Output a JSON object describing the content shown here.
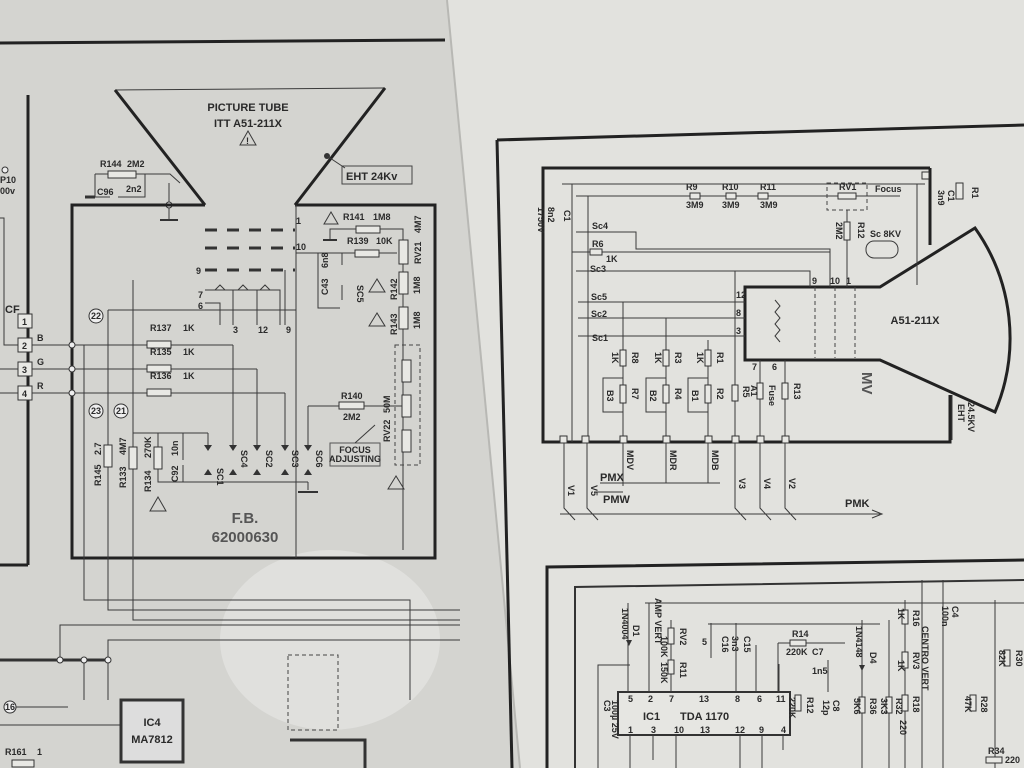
{
  "left_sheet": {
    "picture_tube": {
      "title": "PICTURE TUBE",
      "model": "ITT   A51-211X"
    },
    "eht": "EHT 24Kv",
    "p10": "P10",
    "p10_voltage": "00v",
    "connector": {
      "label": "CF",
      "pins": [
        "1",
        "2",
        "3",
        "4"
      ],
      "signals": [
        "B",
        "G",
        "R"
      ]
    },
    "components": {
      "r144": "R144",
      "r144_val": "2M2",
      "c96": "C96",
      "c96_val": "2n2",
      "r141": "R141",
      "r141_val": "1M8",
      "r139": "R139",
      "r139_val": "10K",
      "rv21": "RV21",
      "rv21_val": "4M7",
      "c43": "C43",
      "c43_val": "6n8",
      "sc5": "SC5",
      "r142": "R142",
      "r142_val": "1M8",
      "r143": "R143",
      "r143_val": "1M8",
      "r137": "R137",
      "r137_val": "1K",
      "r135": "R135",
      "r135_val": "1K",
      "r136": "R136",
      "r136_val": "1K",
      "r145": "R145",
      "r145_val": "2.7",
      "r133": "R133",
      "r133_val": "4M7",
      "r134": "R134",
      "r134_val": "270K",
      "c92": "C92",
      "c92_val": "10n",
      "sc1": "SC1",
      "sc4": "SC4",
      "sc2": "SC2",
      "sc3": "SC3",
      "sc6": "SC6",
      "r140": "R140",
      "r140_val": "2M2",
      "rv22": "RV22",
      "rv22_val": "50M",
      "r161": "R161",
      "r161_val": "1"
    },
    "tube_pins": [
      "1",
      "10",
      "9",
      "7",
      "6",
      "3",
      "12",
      "9"
    ],
    "nodes": [
      "22",
      "23",
      "21",
      "16"
    ],
    "focus_adjusting": [
      "FOCUS",
      "ADJUSTING"
    ],
    "board": {
      "name": "F.B.",
      "number": "62000630"
    },
    "ic4": {
      "name": "IC4",
      "part": "MA7812"
    }
  },
  "right_sheet": {
    "tube_model": "A51-211X",
    "board": "MV",
    "components": {
      "r9": "R9",
      "r10": "R10",
      "r11": "R11",
      "r_val": "3M9",
      "rv1": "RV1",
      "focus": "Focus",
      "r12": "R12",
      "r12_val": "2M2",
      "sc8kv": "Sc 8KV",
      "c1": "C1",
      "c1_val": "8n2",
      "c1_volt": "1750V",
      "c1b": "C1",
      "c1b_val": "3n9",
      "r1b": "R1",
      "sc4": "Sc4",
      "r6": "R6",
      "r6_val": "1K",
      "sc3": "Sc3",
      "sc5": "Sc5",
      "sc2": "Sc2",
      "sc1": "Sc1",
      "r8": "R8",
      "r3": "R3",
      "r1": "R1",
      "k1": "1K",
      "r7": "R7",
      "r4": "R4",
      "r2": "R2",
      "b3": "B3",
      "b2": "B2",
      "b1": "B1",
      "r5": "R5",
      "a1": "A1",
      "fuse": "Fuse",
      "r13": "R13"
    },
    "pins": [
      "9",
      "10",
      "1",
      "12",
      "8",
      "3",
      "7",
      "6"
    ],
    "outputs": {
      "mdv": "MDV",
      "mdr": "MDR",
      "mdb": "MDB",
      "pmx": "PMX",
      "pmw": "PMW",
      "pmk": "PMK",
      "v1": "V1",
      "v5": "V5",
      "v3": "V3",
      "v4": "V4",
      "v2": "V2"
    },
    "eht": "EHT",
    "eht_val": "24.5KV",
    "vertical": {
      "ic1": "IC1",
      "ic1_part": "TDA   1170",
      "ic_pins_top": [
        "5",
        "2",
        "7",
        "13",
        "8",
        "6",
        "11"
      ],
      "ic_pins_bottom": [
        "1",
        "3",
        "10",
        "13",
        "12",
        "9",
        "4"
      ],
      "d1": "D1",
      "d1_val": "1N4004",
      "rv2": "RV2",
      "rv2_val": "100K",
      "amp_vert": "AMP VERT",
      "r11": "R11",
      "r11_val": "150K",
      "c16": "C16",
      "c16_val": "5",
      "c15": "C15",
      "c15_val": "3n3",
      "r14": "R14",
      "r14_val": "220K",
      "c7": "C7",
      "c7_val": "1n5",
      "r12": "R12",
      "r12_val": "220K",
      "c8": "C8",
      "c8_val": "12p",
      "d4": "D4",
      "d4_val": "1N4148",
      "r36": "R36",
      "r36_val": "5K6",
      "r32": "R32",
      "r32_val": "3K3",
      "r18": "R18",
      "r18_val": "220",
      "r16": "R16",
      "r16_val": "1K",
      "rv3": "RV3",
      "rv3_val": "1K",
      "centro_vert": "CENTRO VERT",
      "c4": "C4",
      "c4_val": "100n",
      "r30": "R30",
      "r30_val": "82K",
      "r28": "R28",
      "r28_val": "47K",
      "r34": "R34",
      "r34_val": "220",
      "c3": "C3",
      "c3_val": "100µ 25V"
    }
  }
}
